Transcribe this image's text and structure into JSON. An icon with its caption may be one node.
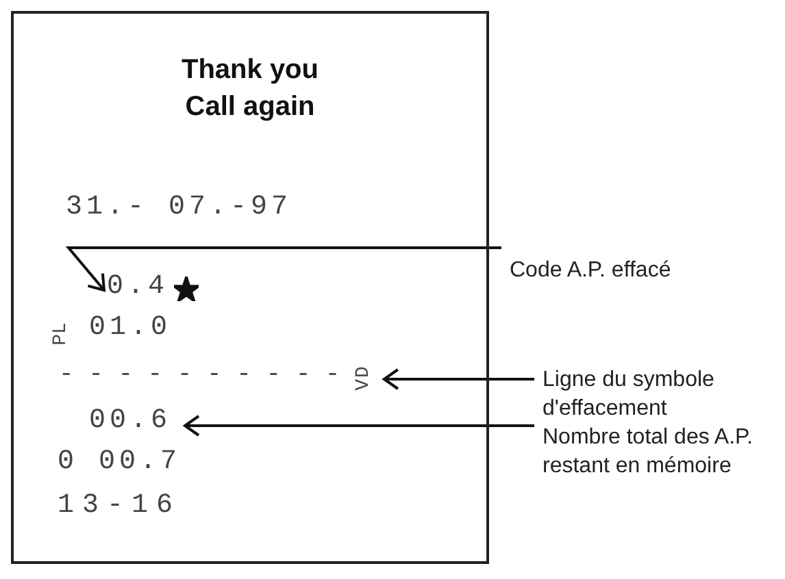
{
  "diagram": {
    "nodes": [
      {
        "text": [
          "Thank you Call again"
        ]
      },
      {
        "text": [
          "0.4"
        ],
        "in": 0
      },
      {
        "text": [
          "VD"
        ],
        "in": 0
      },
      {
        "text": [
          "00.6"
        ],
        "in": 0
      },
      {
        "text": [
          "Code A.P. effacé"
        ]
      },
      {
        "text": [
          "Ligne du symbole d'effacement"
        ]
      },
      {
        "text": [
          "Nombre total des A.P. restant en mémoire"
        ]
      }
    ],
    "edges": [
      {
        "from": 4,
        "to": 1,
        "arrow": "to"
      },
      {
        "from": 5,
        "to": 2,
        "arrow": "to"
      },
      {
        "from": 6,
        "to": 3,
        "arrow": "to"
      }
    ],
    "labels": [
      "31.- 07.-97",
      "PL",
      "01.0",
      "- - - - - - - - - -",
      "0 00.7",
      "13-16"
    ]
  }
}
